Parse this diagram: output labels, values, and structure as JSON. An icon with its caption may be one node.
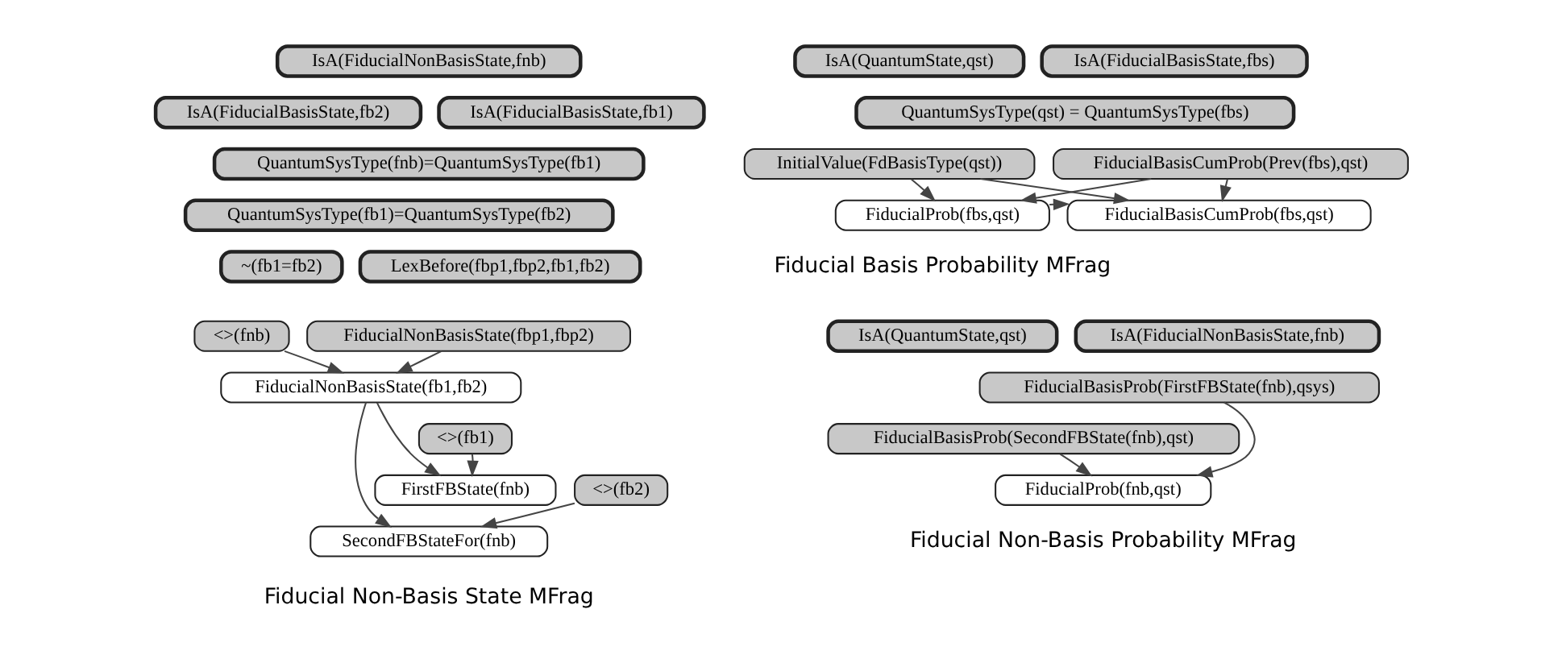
{
  "diagram": {
    "nodes": [
      {
        "text": [
          "IsA(FiducialNonBasisState,fnb)"
        ]
      },
      {
        "text": [
          "IsA(FiducialBasisState,fb2)"
        ]
      },
      {
        "text": [
          "IsA(FiducialBasisState,fb1)"
        ]
      },
      {
        "text": [
          "QuantumSysType(fnb)=QuantumSysType(fb1)"
        ]
      },
      {
        "text": [
          "QuantumSysType(fb1)=QuantumSysType(fb2)"
        ]
      },
      {
        "text": [
          "~(fb1=fb2)"
        ]
      },
      {
        "text": [
          "LexBefore(fbp1,fbp2,fb1,fb2)"
        ]
      },
      {
        "text": [
          "<>(fnb)"
        ]
      },
      {
        "text": [
          "FiducialNonBasisState(fbp1,fbp2)"
        ]
      },
      {
        "text": [
          "FiducialNonBasisState(fb1,fb2)"
        ]
      },
      {
        "text": [
          "<>(fb1)"
        ]
      },
      {
        "text": [
          "FirstFBState(fnb)"
        ]
      },
      {
        "text": [
          "<>(fb2)"
        ]
      },
      {
        "text": [
          "SecondFBStateFor(fnb)"
        ]
      },
      {
        "text": [
          "IsA(QuantumState,qst)"
        ]
      },
      {
        "text": [
          "IsA(FiducialBasisState,fbs)"
        ]
      },
      {
        "text": [
          "QuantumSysType(qst) = QuantumSysType(fbs)"
        ]
      },
      {
        "text": [
          "InitialValue(FdBasisType(qst))"
        ]
      },
      {
        "text": [
          "FiducialBasisCumProb(Prev(fbs),qst)"
        ]
      },
      {
        "text": [
          "FiducialProb(fbs,qst)"
        ]
      },
      {
        "text": [
          "FiducialBasisCumProb(fbs,qst)"
        ]
      },
      {
        "text": [
          "IsA(QuantumState,qst)"
        ]
      },
      {
        "text": [
          "IsA(FiducialNonBasisState,fnb)"
        ]
      },
      {
        "text": [
          "FiducialBasisProb(FirstFBState(fnb),qsys)"
        ]
      },
      {
        "text": [
          "FiducialBasisProb(SecondFBState(fnb),qst)"
        ]
      },
      {
        "text": [
          "FiducialProb(fnb,qst)"
        ]
      }
    ],
    "edges": [
      {
        "from": 7,
        "to": 9,
        "arrow": "to"
      },
      {
        "from": 8,
        "to": 9,
        "arrow": "to"
      },
      {
        "from": 9,
        "to": 11,
        "arrow": "to"
      },
      {
        "from": 10,
        "to": 11,
        "arrow": "to"
      },
      {
        "from": 9,
        "to": 13,
        "arrow": "to"
      },
      {
        "from": 12,
        "to": 13,
        "arrow": "to"
      },
      {
        "from": 17,
        "to": 19,
        "arrow": "to"
      },
      {
        "from": 17,
        "to": 20,
        "arrow": "to"
      },
      {
        "from": 18,
        "to": 19,
        "arrow": "to"
      },
      {
        "from": 18,
        "to": 20,
        "arrow": "to"
      },
      {
        "from": 19,
        "to": 20,
        "arrow": "to"
      },
      {
        "from": 23,
        "to": 25,
        "arrow": "to"
      },
      {
        "from": 24,
        "to": 25,
        "arrow": "to"
      }
    ],
    "labels": [
      "Fiducial Non-Basis State MFrag",
      "Fiducial Basis Probability MFrag",
      "Fiducial Non-Basis Probability MFrag"
    ]
  }
}
